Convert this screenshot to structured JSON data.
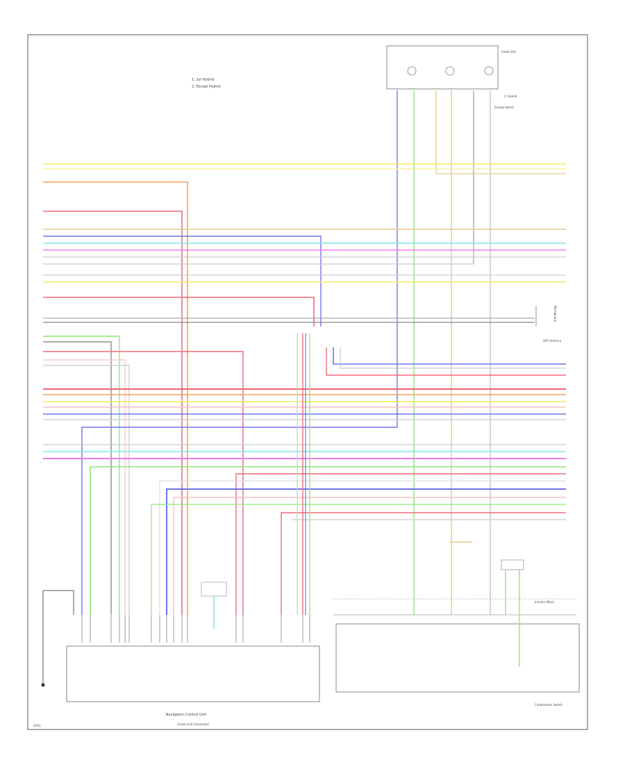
{
  "legend_top": [
    "1: 1st  Hybrid",
    "2: Except Hybrid"
  ],
  "legend_right": [
    "1: Hybrid",
    "Except Hybrid"
  ],
  "component_top_right": "Audio Unit",
  "antenna_label": "GPS Antenna",
  "mic_label": "Microphone",
  "bottom_main_label": "Navigation Control Unit",
  "bottom_main_sub": "(Audio Unit Connector)",
  "bottom_right_label": "Combination Switch",
  "ground_label": "G501",
  "connector_block_label": "Junction Block",
  "colors": {
    "yellow": "#f2ea5c",
    "orange": "#f5a25a",
    "red": "#f06a78",
    "blue": "#6e72f0",
    "cyan": "#7fe6ec",
    "green": "#8cea72",
    "magenta": "#f07ae8",
    "gray": "#b9b9b9",
    "dark": "#666666",
    "tan": "#e6c98a"
  }
}
